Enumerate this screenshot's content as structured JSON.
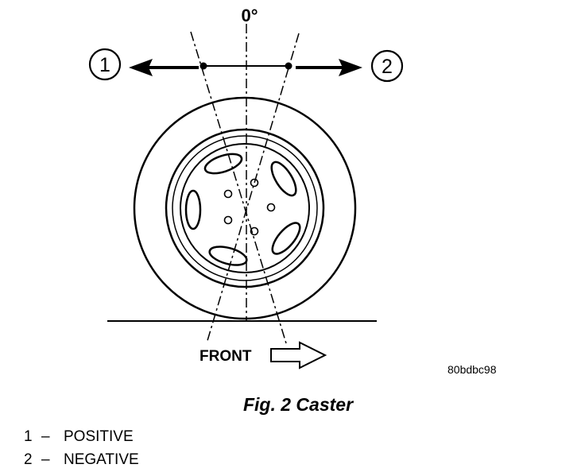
{
  "diagram": {
    "zero_label": "0°",
    "marker_positive": "1",
    "marker_negative": "2",
    "front_label": "FRONT",
    "figure_code": "80bdbc98"
  },
  "caption": "Fig. 2 Caster",
  "legend": [
    {
      "number": "1",
      "separator": "–",
      "text": "POSITIVE"
    },
    {
      "number": "2",
      "separator": "–",
      "text": "NEGATIVE"
    }
  ]
}
